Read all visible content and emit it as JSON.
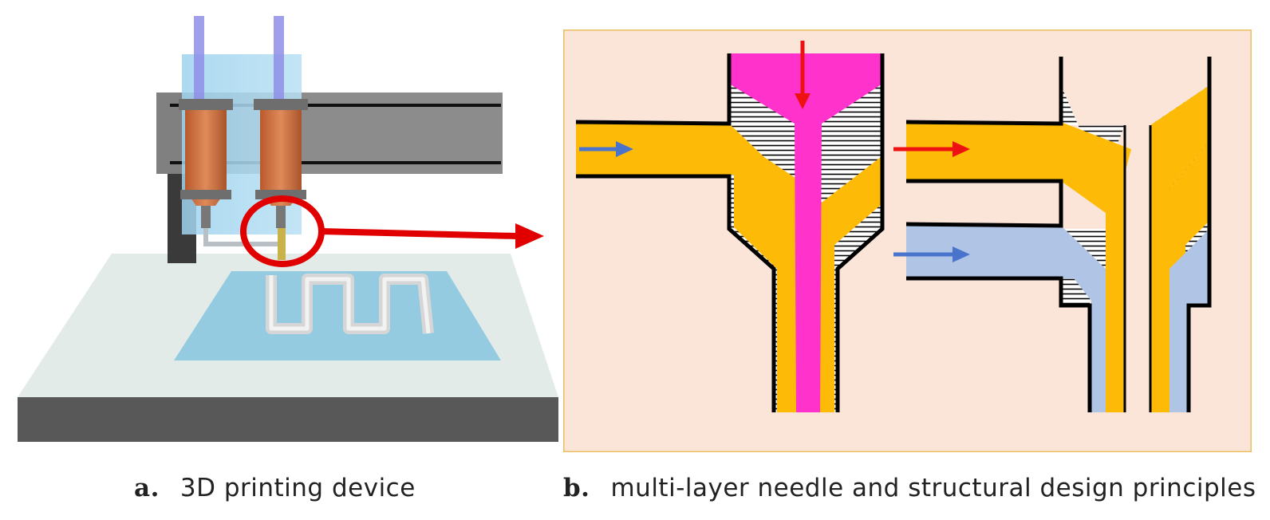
{
  "panel_a": {
    "letter": "a.",
    "caption": "3D printing device",
    "colors": {
      "frame": "#7d7d7d",
      "glass": "#a9d8f0",
      "syringe": "#c96a3a",
      "tube": "#8e8ee8",
      "highlight": "#e00000",
      "base_top": "#e2ebe9",
      "base_side": "#555555",
      "plate": "#7fc3dc"
    }
  },
  "panel_b": {
    "letter": "b.",
    "caption": "multi-layer needle and structural design principles",
    "colors": {
      "background": "#fbe5d8",
      "border": "#e8c060",
      "outer_fluid": "#fdbb08",
      "core_fluid": "#ff33cc",
      "inner_fluid": "#b0c4e6",
      "arrow_red": "#ee1111",
      "arrow_blue": "#4a74cc",
      "wall": "#000000"
    }
  }
}
